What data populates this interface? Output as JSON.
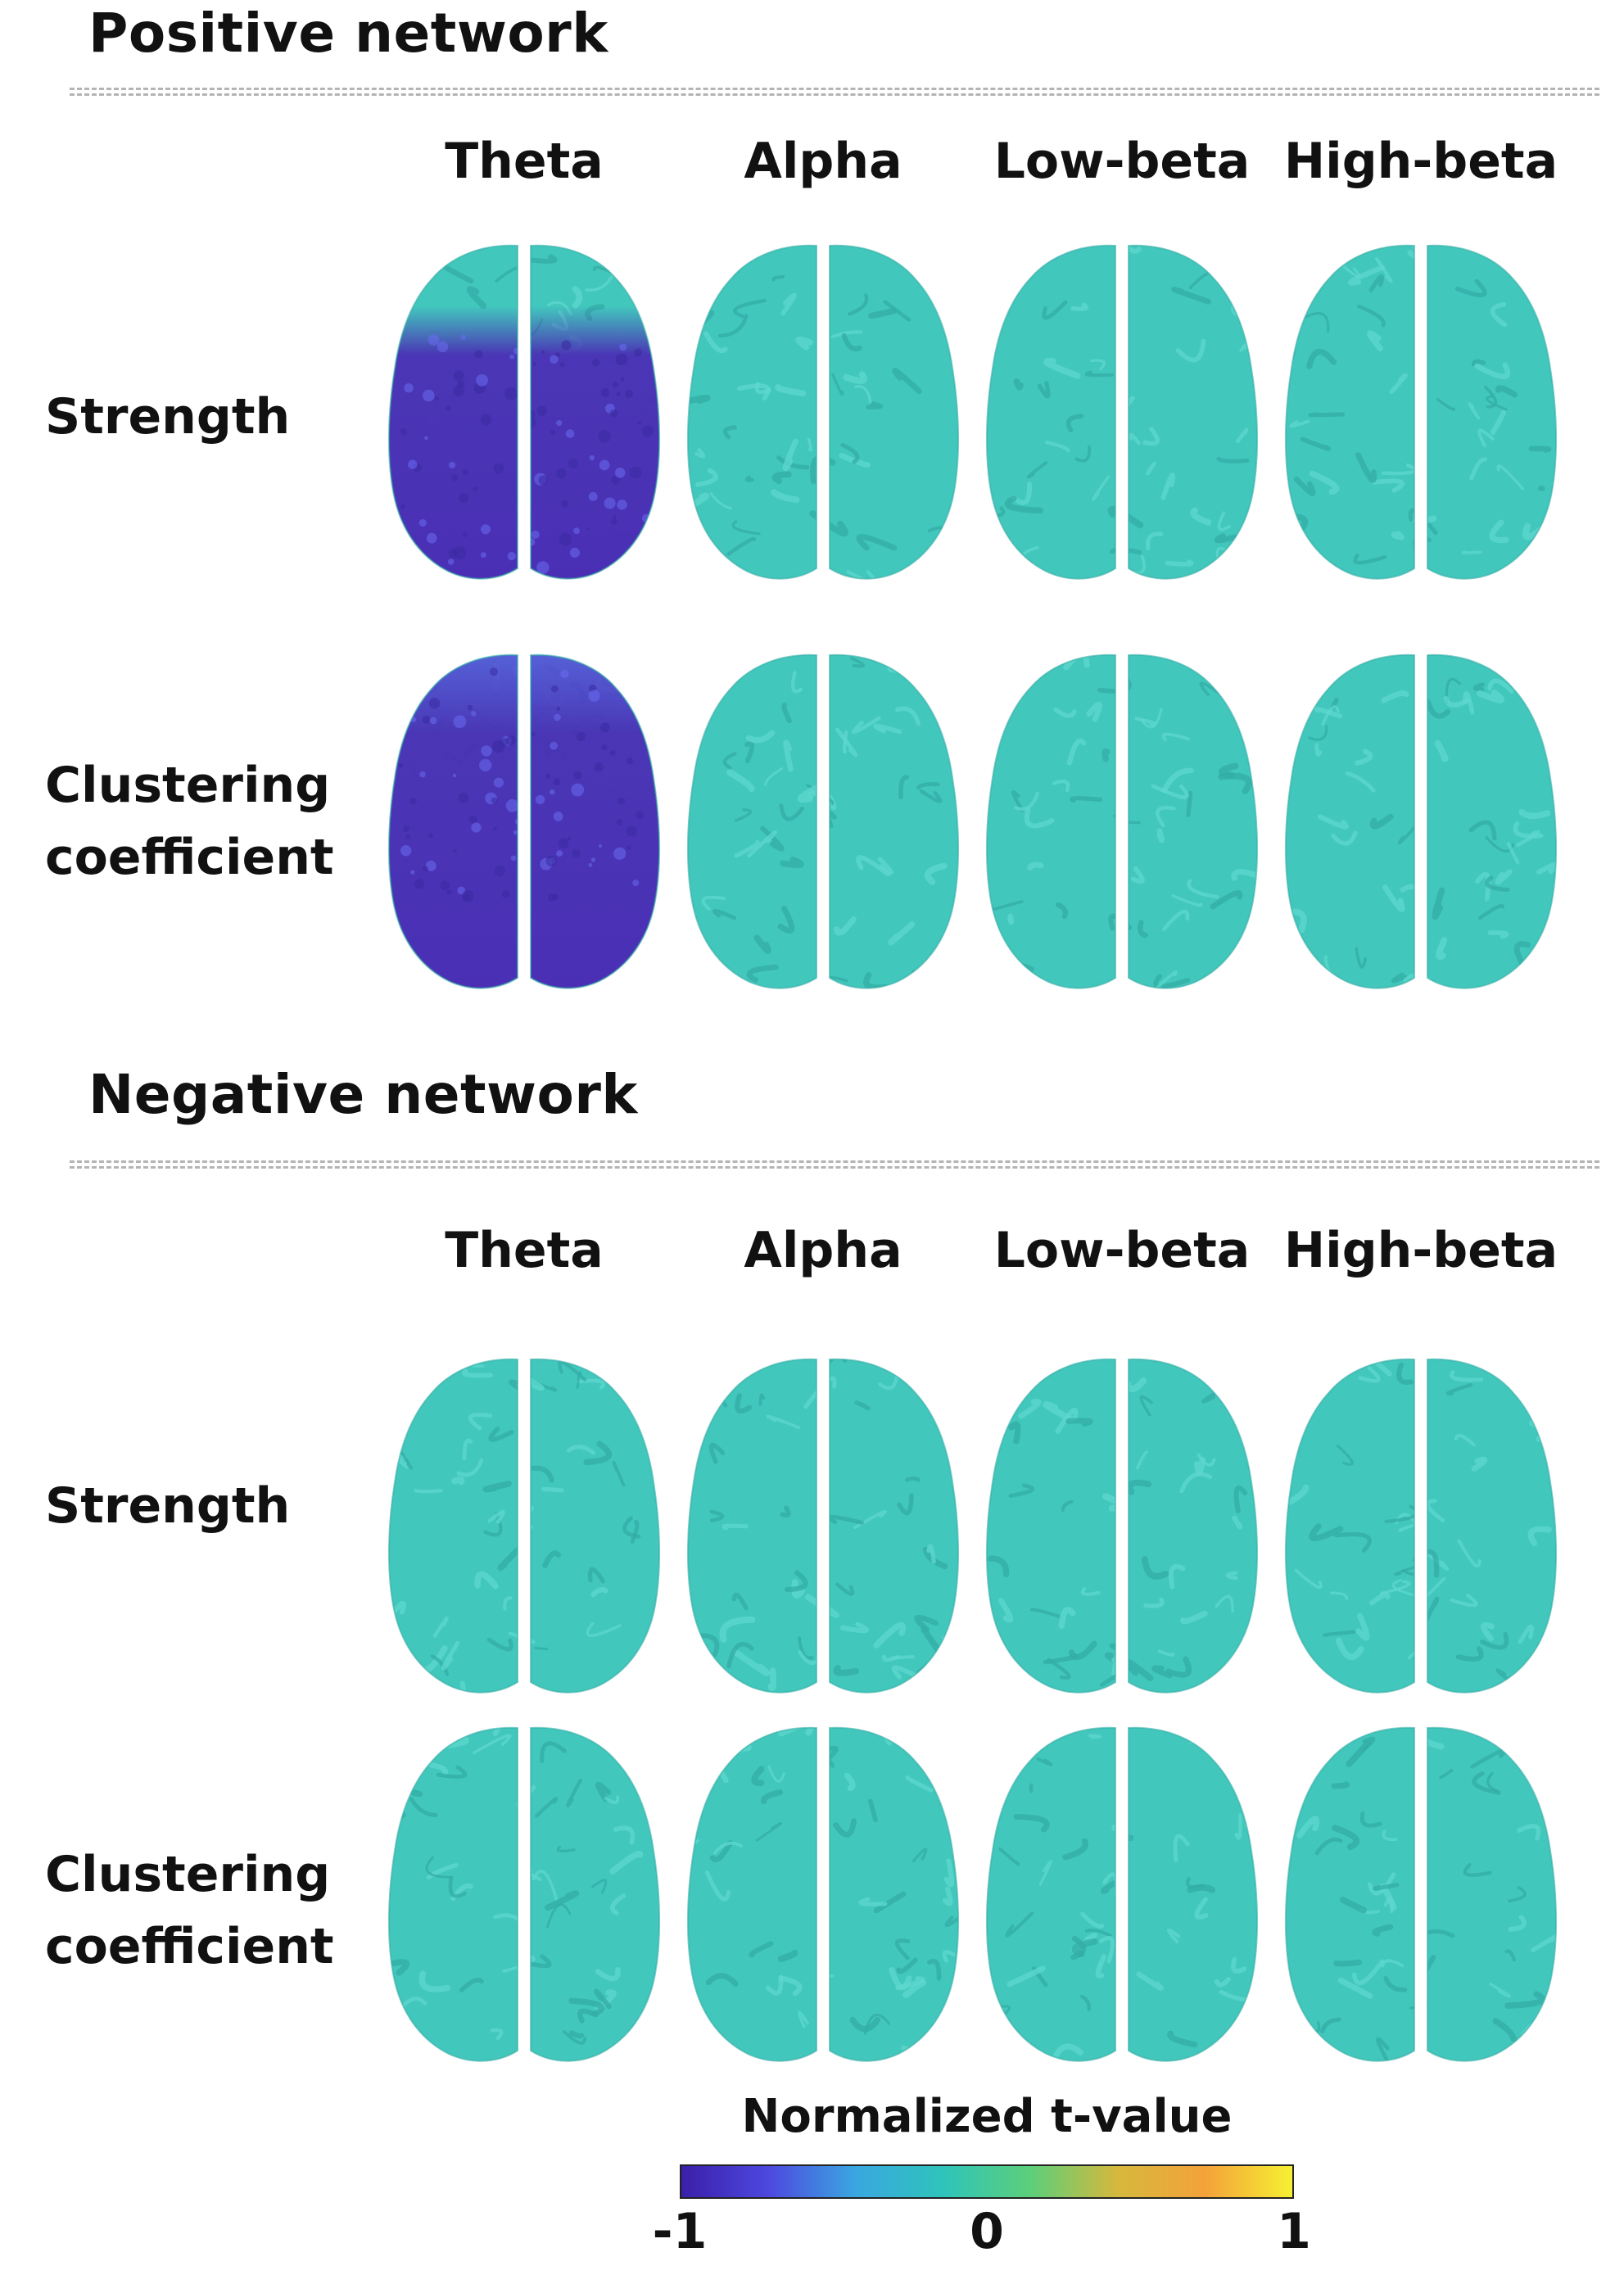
{
  "sections": [
    {
      "title": "Positive network",
      "columns": [
        "Theta",
        "Alpha",
        "Low-beta",
        "High-beta"
      ],
      "rows": [
        {
          "label_lines": [
            "Strength"
          ],
          "activation": [
            "strength",
            "none",
            "none",
            "none"
          ]
        },
        {
          "label_lines": [
            "Clustering",
            "coefficient"
          ],
          "activation": [
            "clustering",
            "none",
            "none",
            "none"
          ]
        }
      ]
    },
    {
      "title": "Negative network",
      "columns": [
        "Theta",
        "Alpha",
        "Low-beta",
        "High-beta"
      ],
      "rows": [
        {
          "label_lines": [
            "Strength"
          ],
          "activation": [
            "none",
            "none",
            "none",
            "none"
          ]
        },
        {
          "label_lines": [
            "Clustering",
            "coefficient"
          ],
          "activation": [
            "none",
            "none",
            "none",
            "none"
          ]
        }
      ]
    }
  ],
  "colorbar": {
    "title": "Normalized t-value",
    "ticks": [
      "-1",
      "0",
      "1"
    ],
    "stops": [
      "#3a1fa8",
      "#4d48e0",
      "#3aa7e0",
      "#2ec4bb",
      "#5ccf7a",
      "#d6b83c",
      "#f4a23a",
      "#f6f032"
    ]
  },
  "colors": {
    "brain_base": "#42c7bd",
    "brain_gyri": "#5fd8cd",
    "brain_sulci": "#33aea5",
    "activation_deep": "#4a2fb5",
    "activation_mid": "#5a4be0"
  }
}
